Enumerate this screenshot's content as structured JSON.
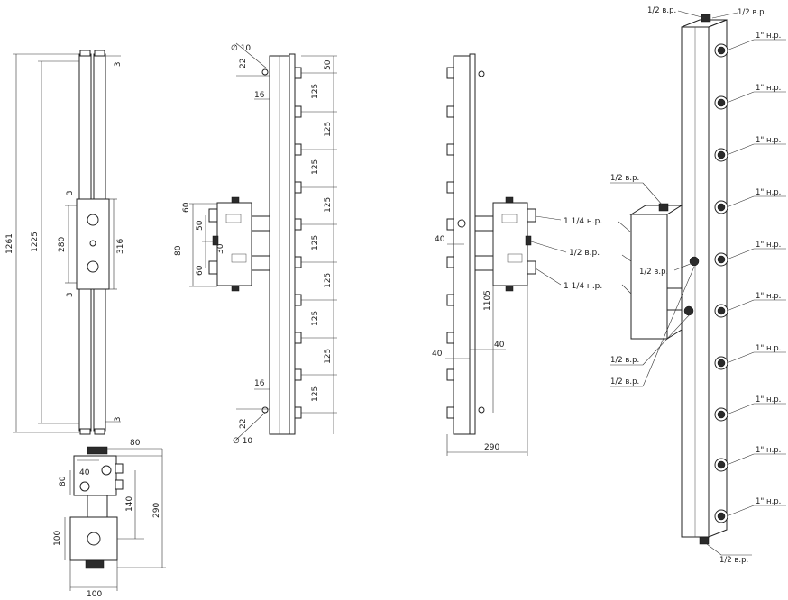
{
  "view_front": {
    "dims": {
      "d1261": "1261",
      "d1225": "1225",
      "d280": "280",
      "d316": "316",
      "d3a": "3",
      "d3b": "3",
      "d3c": "3",
      "d3d": "3"
    }
  },
  "view_bottom": {
    "dims": {
      "d80": "80",
      "d40": "40",
      "d80v": "80",
      "d140": "140",
      "d290": "290",
      "d100v": "100",
      "d100": "100"
    }
  },
  "view_side": {
    "dims": {
      "dia10_top": "∅ 10",
      "d22_top": "22",
      "d16_top": "16",
      "d50": "50",
      "d125": "125",
      "d60a": "60",
      "d50b": "50",
      "d80": "80",
      "d30": "30",
      "d60b": "60",
      "d16_bot": "16",
      "d22_bot": "22",
      "dia10_bot": "∅ 10"
    }
  },
  "view_rear": {
    "dims": {
      "d40a": "40",
      "d1105": "1105",
      "d40b": "40",
      "d40c": "40",
      "d290": "290"
    },
    "labels": {
      "l114a": "1 1/4 н.р.",
      "l12": "1/2 в.р.",
      "l114b": "1 1/4 н.р."
    }
  },
  "view_iso": {
    "labels": {
      "top_a": "1/2 в.р.",
      "top_b": "1/2 в.р.",
      "box_top": "1/2 в.р.",
      "mid": "1/2 в.р.",
      "bottom_a": "1/2 в.р.",
      "bottom_b": "1/2 в.р.",
      "bottom_pipe": "1/2 в.р.",
      "outlet": "1\" н.р."
    }
  }
}
